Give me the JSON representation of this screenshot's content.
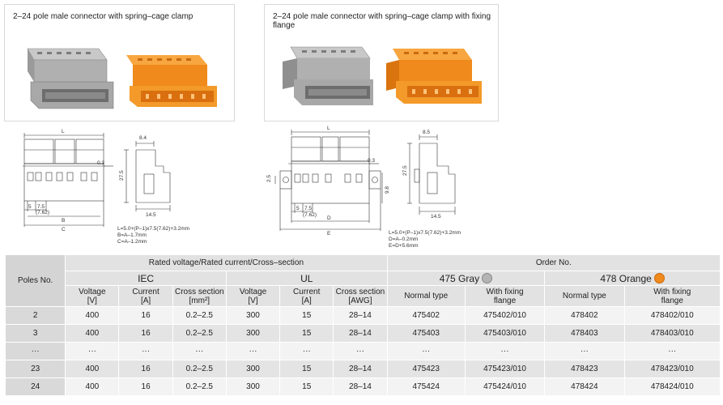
{
  "products": [
    {
      "title": "2–24 pole male connector with spring–cage clamp"
    },
    {
      "title": "2–24 pole male connector with spring–cage clamp with fixing flange"
    }
  ],
  "drawings": [
    {
      "labels": {
        "L": "L",
        "B": "B",
        "C": "C",
        "d84": "8.4",
        "d03": "0.3",
        "d275": "27.5",
        "d5": "5",
        "d75": "7.5",
        "d762": "(7.62)",
        "d145": "14.5"
      },
      "notes": [
        "L=5.0+(P–1)x7.5(7.62)+3.2mm",
        "B=A–1.7mm",
        "C=A–1.2mm"
      ]
    },
    {
      "labels": {
        "L": "L",
        "D": "D",
        "E": "E",
        "d85": "8.5",
        "d03": "0.3",
        "d275": "27.5",
        "d25": "2.5",
        "d98": "9.8",
        "d5": "5",
        "d75": "7.5",
        "d762": "(7.62)",
        "d145": "14.5"
      },
      "notes": [
        "L=5.0+(P–1)x7.5(7.62)+3.2mm",
        "D=A–0.2mm",
        "E=D+5.6mm"
      ]
    }
  ],
  "colors": {
    "gray": "#b4b4b4",
    "orange": "#f08a1c"
  },
  "table": {
    "poles_header": "Poles No.",
    "rated_header": "Rated voltage/Rated current/Cross–section",
    "order_header": "Order No.",
    "iec": "IEC",
    "ul": "UL",
    "gray_label": "475 Gray",
    "orange_label": "478 Orange",
    "iec_cols": [
      {
        "l1": "Voltage",
        "l2": "[V]"
      },
      {
        "l1": "Current",
        "l2": "[A]"
      },
      {
        "l1": "Cross section",
        "l2": "[mm²]"
      }
    ],
    "ul_cols": [
      {
        "l1": "Voltage",
        "l2": "[V]"
      },
      {
        "l1": "Current",
        "l2": "[A]"
      },
      {
        "l1": "Cross section",
        "l2": "[AWG]"
      }
    ],
    "order_cols": [
      {
        "l1": "Normal type",
        "l2": ""
      },
      {
        "l1": "With fixing",
        "l2": "flange"
      },
      {
        "l1": "Normal type",
        "l2": ""
      },
      {
        "l1": "With fixing",
        "l2": "flange"
      }
    ],
    "rows": [
      [
        "2",
        "400",
        "16",
        "0.2–2.5",
        "300",
        "15",
        "28–14",
        "475402",
        "475402/010",
        "478402",
        "478402/010"
      ],
      [
        "3",
        "400",
        "16",
        "0.2–2.5",
        "300",
        "15",
        "28–14",
        "475403",
        "475403/010",
        "478403",
        "478403/010"
      ],
      [
        "···",
        "···",
        "···",
        "···",
        "···",
        "···",
        "···",
        "···",
        "···",
        "···",
        "···"
      ],
      [
        "23",
        "400",
        "16",
        "0.2–2.5",
        "300",
        "15",
        "28–14",
        "475423",
        "475423/010",
        "478423",
        "478423/010"
      ],
      [
        "24",
        "400",
        "16",
        "0.2–2.5",
        "300",
        "15",
        "28–14",
        "475424",
        "475424/010",
        "478424",
        "478424/010"
      ]
    ]
  }
}
